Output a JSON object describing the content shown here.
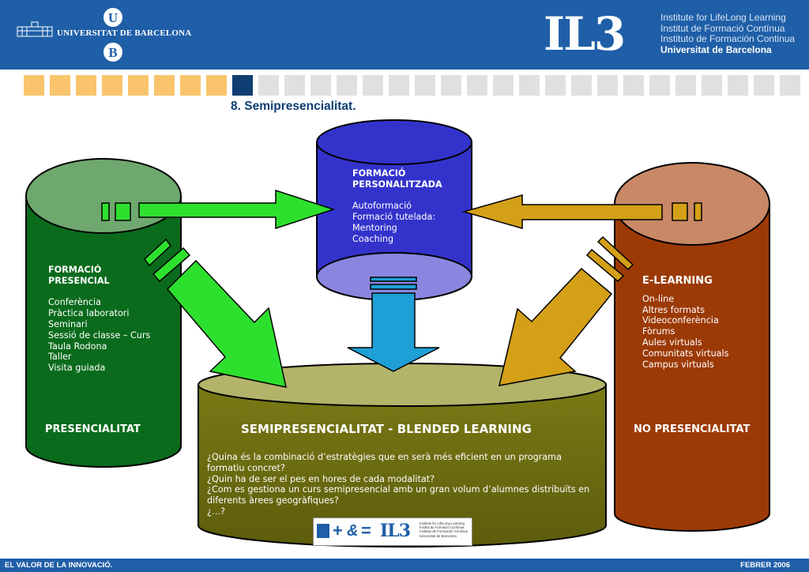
{
  "header": {
    "university": "UNIVERSITAT DE BARCELONA",
    "il3": "IL3",
    "il3_lines": [
      "Institute for LifeLong Learning",
      "Institut de Formació Contínua",
      "Instituto de Formación Continua",
      "Universitat de Barcelona"
    ]
  },
  "progress": {
    "current": 9,
    "total": 30
  },
  "title": "8. Semipresencialitat.",
  "personalitzada": {
    "heading": [
      "FORMACIÓ",
      "PERSONALITZADA"
    ],
    "items": [
      "Autoformació",
      "Formació tutelada:",
      "Mentoring",
      "Coaching"
    ]
  },
  "presencial": {
    "heading": [
      "FORMACIÓ",
      "PRESENCIAL"
    ],
    "items": [
      "Conferència",
      "Pràctica laboratori",
      "Seminari",
      "Sessió de classe – Curs",
      "Taula Rodona",
      "Taller",
      "Visita guiada"
    ],
    "label": "PRESENCIALITAT"
  },
  "elearning": {
    "heading": "E-LEARNING",
    "items": [
      "On-line",
      "Altres formats",
      "Videoconferència",
      "Fòrums",
      "Aules virtuals",
      "Comunitats virtuals",
      "Campus virtuals"
    ],
    "label": "NO PRESENCIALITAT"
  },
  "blended": {
    "title": "SEMIPRESENCIALITAT - BLENDED LEARNING",
    "questions": [
      "¿Quina és la combinació d’estratègies que en serà més eficient en un programa formatiu concret?",
      "¿Quin ha de ser el pes en hores de cada modalitat?",
      "¿Com es gestiona un curs semipresencial amb un gran volum d’alumnes distribuïts en diferents àrees geogràfiques?",
      "¿…?"
    ],
    "logo_text": {
      "il3": "IL3",
      "lines": [
        "Institute for LifeLong Learning",
        "Institut de Formació Contínua",
        "Instituto de Formación Continua",
        "Universitat de Barcelona"
      ]
    }
  },
  "footer": {
    "left": "EL VALOR DE LA INNOVACIÓ.",
    "right": "FEBRER 2006"
  },
  "colors": {
    "header_blue": "#1f5fa8",
    "green_cylinder": "#0a6b1c",
    "blue_cylinder": "#3333cc",
    "red_cylinder": "#9c3a06",
    "olive_cylinder": "#6b6b12",
    "green_arrow": "#2ee02e",
    "gold_arrow": "#d4a017",
    "cyan_arrow": "#1e9fd6"
  },
  "icons": [
    "ub-seal-icon",
    "ub-building-icon",
    "arrow-right-icon",
    "arrow-left-icon",
    "arrow-down-icon",
    "arrow-diagonal-icon"
  ]
}
